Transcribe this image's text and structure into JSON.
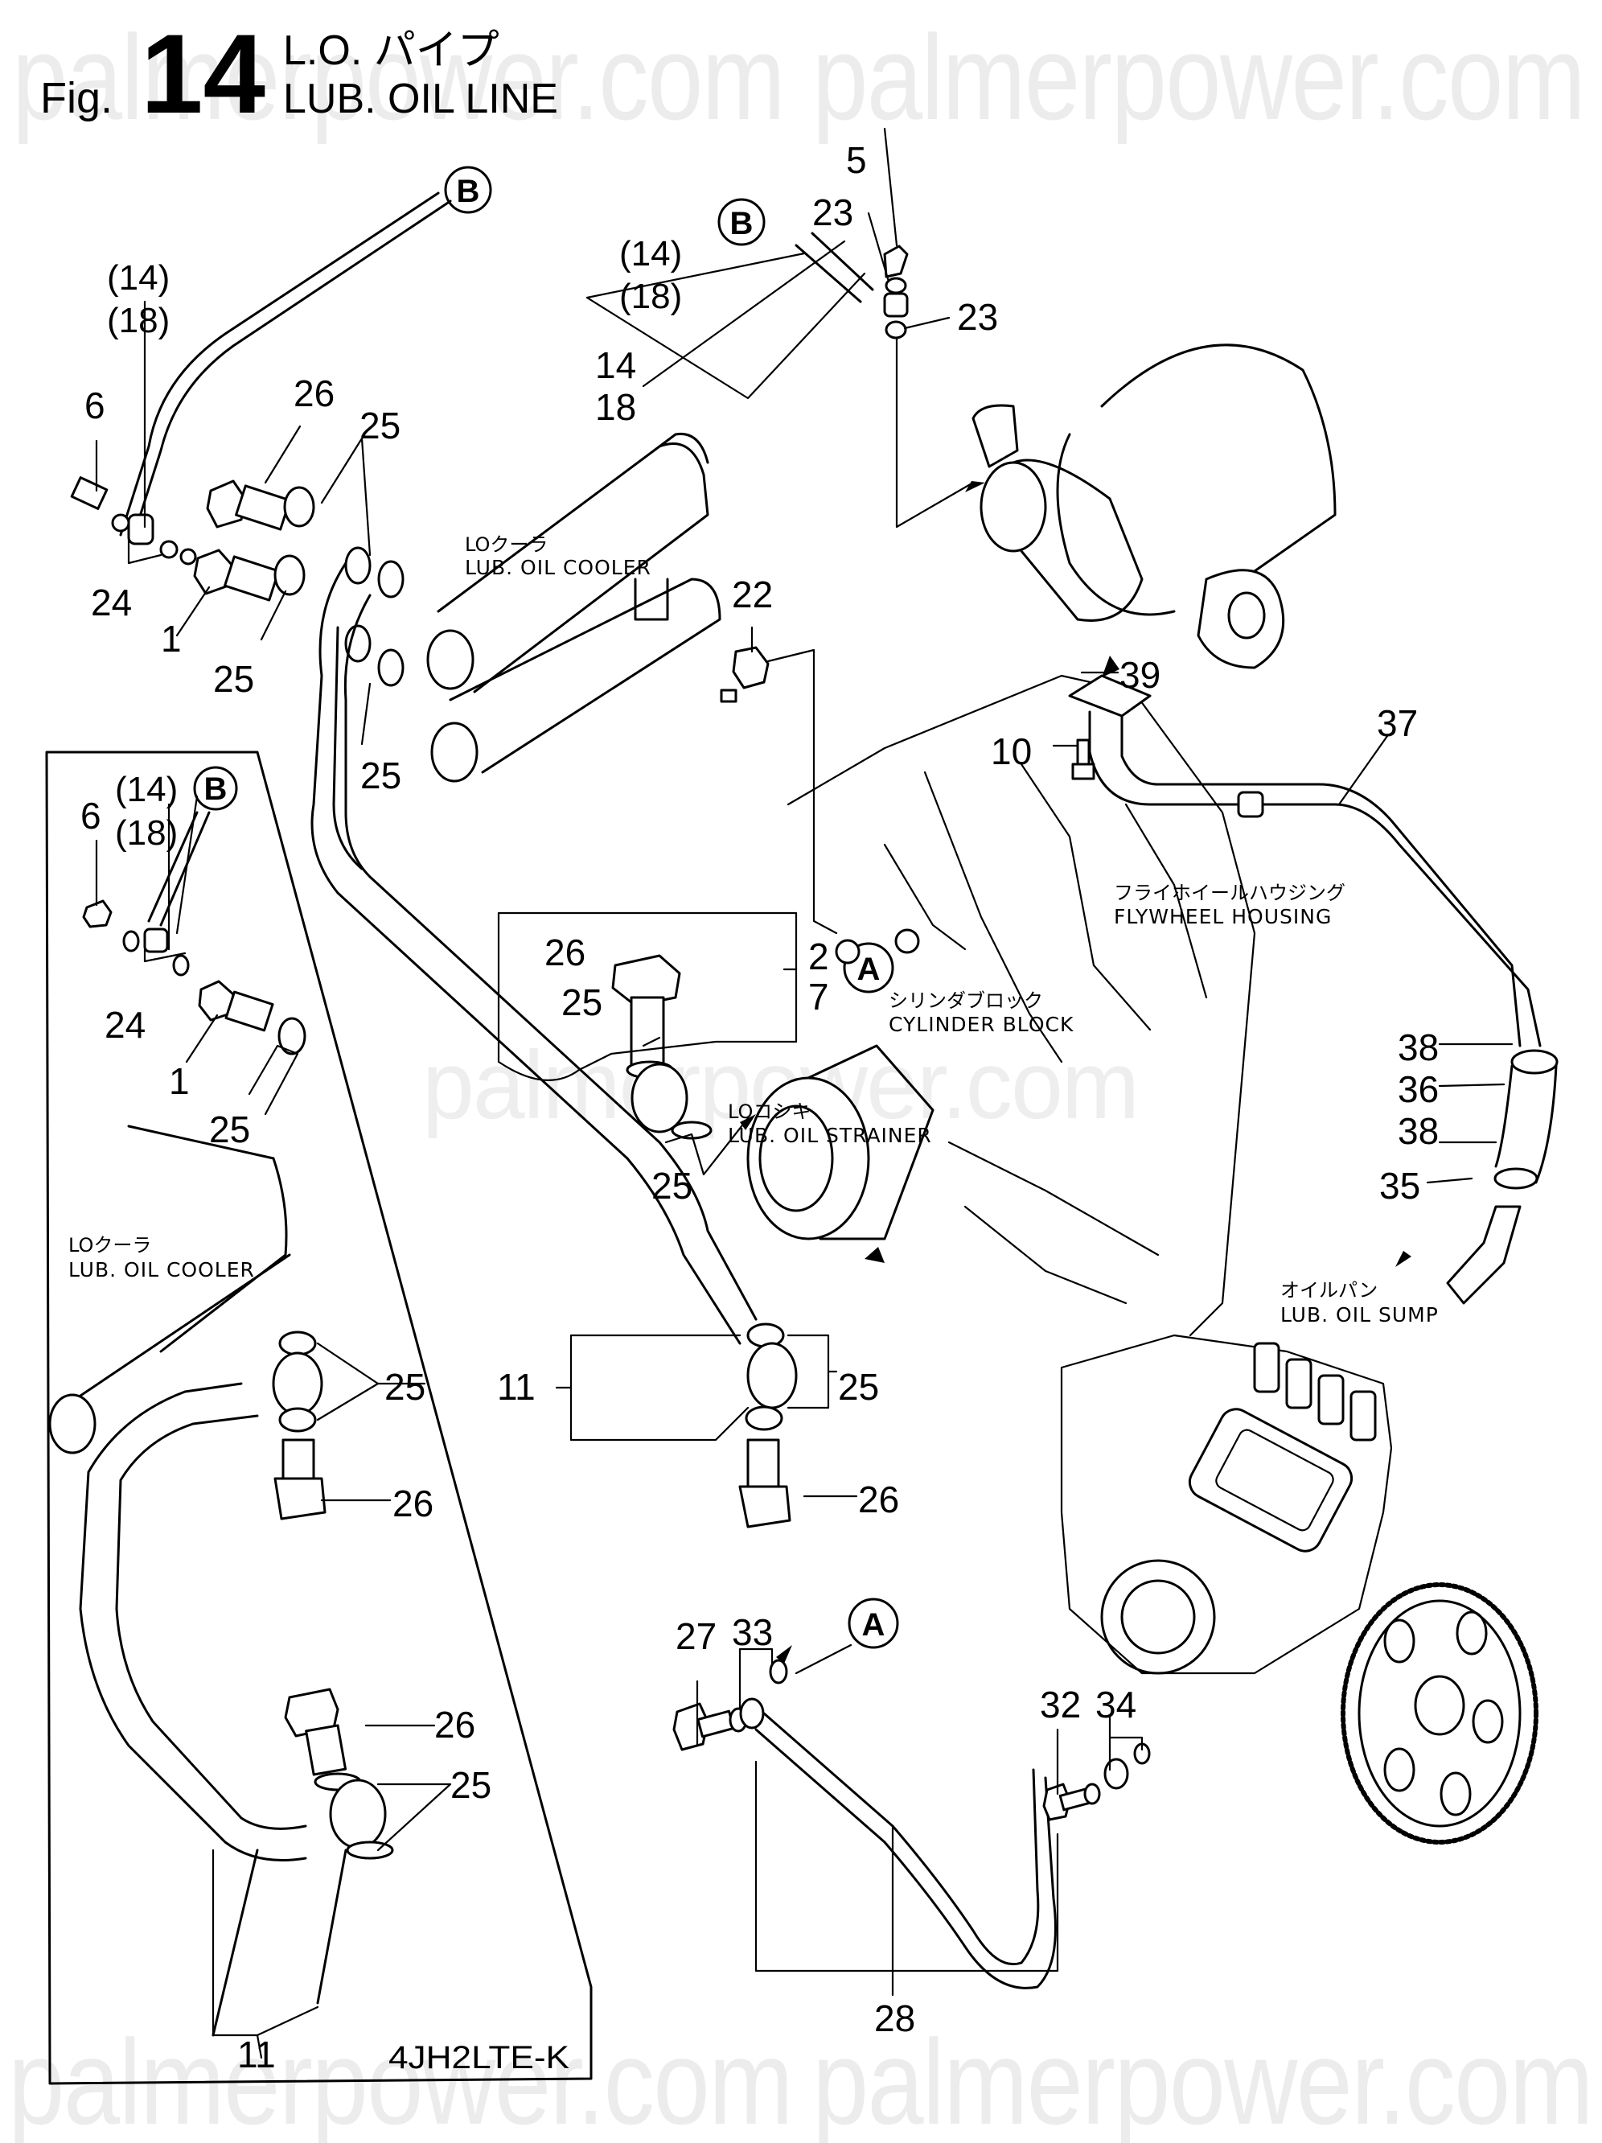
{
  "figure": {
    "prefix": "Fig.",
    "number": "14",
    "title_jp": "L.O. パイプ",
    "title_en": "LUB. OIL LINE",
    "model_code": "4JH2LTE-K"
  },
  "watermark": {
    "text": "palmerpower.com"
  },
  "reference_markers": {
    "A": "A",
    "B": "B"
  },
  "component_notes": {
    "oil_cooler_main": {
      "jp": "LOクーラ",
      "en": "LUB. OIL COOLER"
    },
    "oil_cooler_inset": {
      "jp": "LOクーラ",
      "en": "LUB. OIL COOLER"
    },
    "cylinder_block": {
      "jp": "シリンダブロック",
      "en": "CYLINDER BLOCK"
    },
    "oil_strainer": {
      "jp": "LOコシキ",
      "en": "LUB. OIL STRAINER"
    },
    "flywheel_housing": {
      "jp": "フライホイールハウジング",
      "en": "FLYWHEEL HOUSING"
    },
    "oil_sump": {
      "jp": "オイルパン",
      "en": "LUB. OIL SUMP"
    }
  },
  "callouts": [
    {
      "id": "c-14p-a",
      "label": "(14)"
    },
    {
      "id": "c-18p-a",
      "label": "(18)"
    },
    {
      "id": "c-6-a",
      "label": "6"
    },
    {
      "id": "c-24-a",
      "label": "24"
    },
    {
      "id": "c-26-a",
      "label": "26"
    },
    {
      "id": "c-25-a",
      "label": "25"
    },
    {
      "id": "c-1-a",
      "label": "1"
    },
    {
      "id": "c-25-b",
      "label": "25"
    },
    {
      "id": "c-25-c",
      "label": "25"
    },
    {
      "id": "c-14p-b",
      "label": "(14)"
    },
    {
      "id": "c-18p-b",
      "label": "(18)"
    },
    {
      "id": "c-14-b",
      "label": "14"
    },
    {
      "id": "c-18-b",
      "label": "18"
    },
    {
      "id": "c-5",
      "label": "5"
    },
    {
      "id": "c-23-a",
      "label": "23"
    },
    {
      "id": "c-23-b",
      "label": "23"
    },
    {
      "id": "c-22",
      "label": "22"
    },
    {
      "id": "c-39",
      "label": "39"
    },
    {
      "id": "c-10",
      "label": "10"
    },
    {
      "id": "c-37",
      "label": "37"
    },
    {
      "id": "c-14p-c",
      "label": "(14)"
    },
    {
      "id": "c-18p-c",
      "label": "(18)"
    },
    {
      "id": "c-6-c",
      "label": "6"
    },
    {
      "id": "c-24-c",
      "label": "24"
    },
    {
      "id": "c-1-c",
      "label": "1"
    },
    {
      "id": "c-25-d",
      "label": "25"
    },
    {
      "id": "c-26-d",
      "label": "26"
    },
    {
      "id": "c-25-e",
      "label": "25"
    },
    {
      "id": "c-2",
      "label": "2"
    },
    {
      "id": "c-7",
      "label": "7"
    },
    {
      "id": "c-25-f",
      "label": "25"
    },
    {
      "id": "c-38-a",
      "label": "38"
    },
    {
      "id": "c-36",
      "label": "36"
    },
    {
      "id": "c-38-b",
      "label": "38"
    },
    {
      "id": "c-35",
      "label": "35"
    },
    {
      "id": "c-25-g",
      "label": "25"
    },
    {
      "id": "c-26-g",
      "label": "26"
    },
    {
      "id": "c-11-main",
      "label": "11"
    },
    {
      "id": "c-25-h",
      "label": "25"
    },
    {
      "id": "c-26-h",
      "label": "26"
    },
    {
      "id": "c-27",
      "label": "27"
    },
    {
      "id": "c-33",
      "label": "33"
    },
    {
      "id": "c-32",
      "label": "32"
    },
    {
      "id": "c-34",
      "label": "34"
    },
    {
      "id": "c-26-i",
      "label": "26"
    },
    {
      "id": "c-25-i",
      "label": "25"
    },
    {
      "id": "c-28",
      "label": "28"
    },
    {
      "id": "c-11-inset",
      "label": "11"
    }
  ]
}
